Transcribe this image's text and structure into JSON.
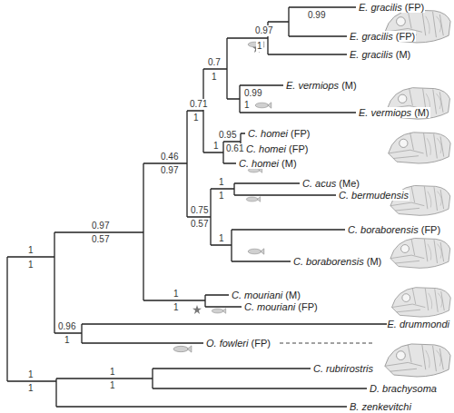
{
  "diagram": {
    "labels": [
      "E. gracilis (FP)",
      "0.99",
      "0.97",
      "E. gracilis (FP)",
      "1",
      "E. gracilis (M)",
      "0.7",
      "1",
      "E. vermiops (M)",
      "0.99",
      "1",
      "0.71",
      "1",
      "E. vermiops (M)",
      "0.95",
      "C. homei (FP)",
      "1",
      "0.61",
      "C. homei (FP)",
      "0.46",
      "C. homei (M)",
      "0.97",
      "1",
      "C. acus (Me)",
      "1",
      "C. bermudensis",
      "0.75",
      "0.57",
      "C. boraborensis (FP)",
      "1",
      "0.97",
      "0.57",
      "1",
      "1",
      "C. boraborensis (M)",
      "1",
      "C. mouriani (M)",
      "1",
      "C. mouriani (FP)",
      "0.96",
      "E. drummondi",
      "1",
      "O. fowleri (FP)",
      "1",
      "C. rubrirostris",
      "1",
      "1",
      "D. brachysoma",
      "1",
      "B. zenkevitchi"
    ]
  }
}
